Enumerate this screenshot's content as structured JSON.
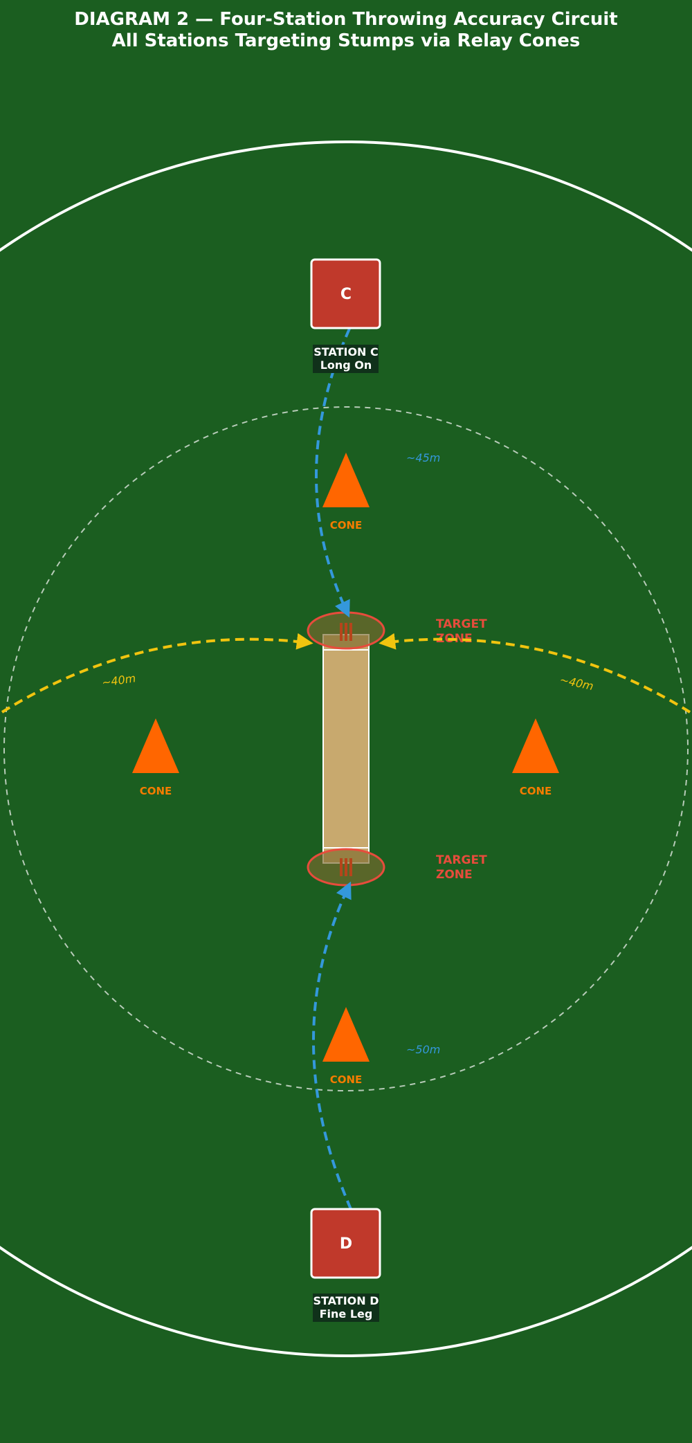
{
  "title": {
    "line1": "DIAGRAM 2 — Four-Station Throwing Accuracy Circuit",
    "line2": "All Stations Targeting Stumps via Relay Cones"
  },
  "stations": {
    "c": {
      "letter": "C",
      "name": "STATION C",
      "position": "Long On"
    },
    "d": {
      "letter": "D",
      "name": "STATION D",
      "position": "Fine Leg"
    }
  },
  "cones": {
    "label": "CONE"
  },
  "target_zones": {
    "line1": "TARGET",
    "line2": "ZONE"
  },
  "distances": {
    "station_c": "~45m",
    "station_d": "~50m",
    "left": "~40m",
    "right": "~40m"
  },
  "colors": {
    "field": "#1b5e20",
    "boundary": "#ffffff",
    "inner_ring": "#b7cbb8",
    "pitch": "#c8a96e",
    "station": "#c0392b",
    "station_label_bg": "#10311a",
    "cone": "#ff6600",
    "cone_text": "#f57c00",
    "target": "#e74c3c",
    "stumps": "#b5451b",
    "throw_path_blue": "#3498db",
    "throw_path_yellow": "#f1c40f"
  }
}
